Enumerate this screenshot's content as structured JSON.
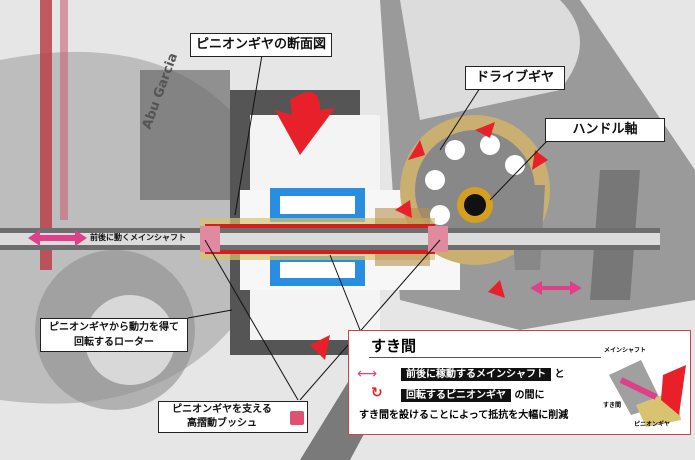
{
  "labels": {
    "pinion_cross_section": "ピニオンギヤの断面図",
    "drive_gear": "ドライブギヤ",
    "handle_shaft": "ハンドル軸",
    "main_shaft": "前後に動くメインシャフト",
    "rotor": [
      "ピニオンギヤから動力を得て",
      "回転するローター"
    ],
    "bushing": [
      "ピニオンギヤを支える",
      "高摺動ブッシュ"
    ]
  },
  "info_box": {
    "title": "すき間",
    "line1_highlight": "前後に稼動するメインシャフト",
    "line1_suffix": "と",
    "line2_highlight": "回転するピニオンギヤ",
    "line2_suffix": "の間に",
    "line3": "すき間を設けることによって抵抗を大幅に削減",
    "inset": {
      "main_shaft": "メインシャフト",
      "gap": "すき間",
      "pinion": "ピニオンギヤ"
    }
  },
  "logo": "Abu Garcia",
  "colors": {
    "accent_red": "#e8202a",
    "pink": "#e0408a",
    "blue": "#1e90e0",
    "gold": "#c8a830",
    "box_border": "#d04050"
  }
}
